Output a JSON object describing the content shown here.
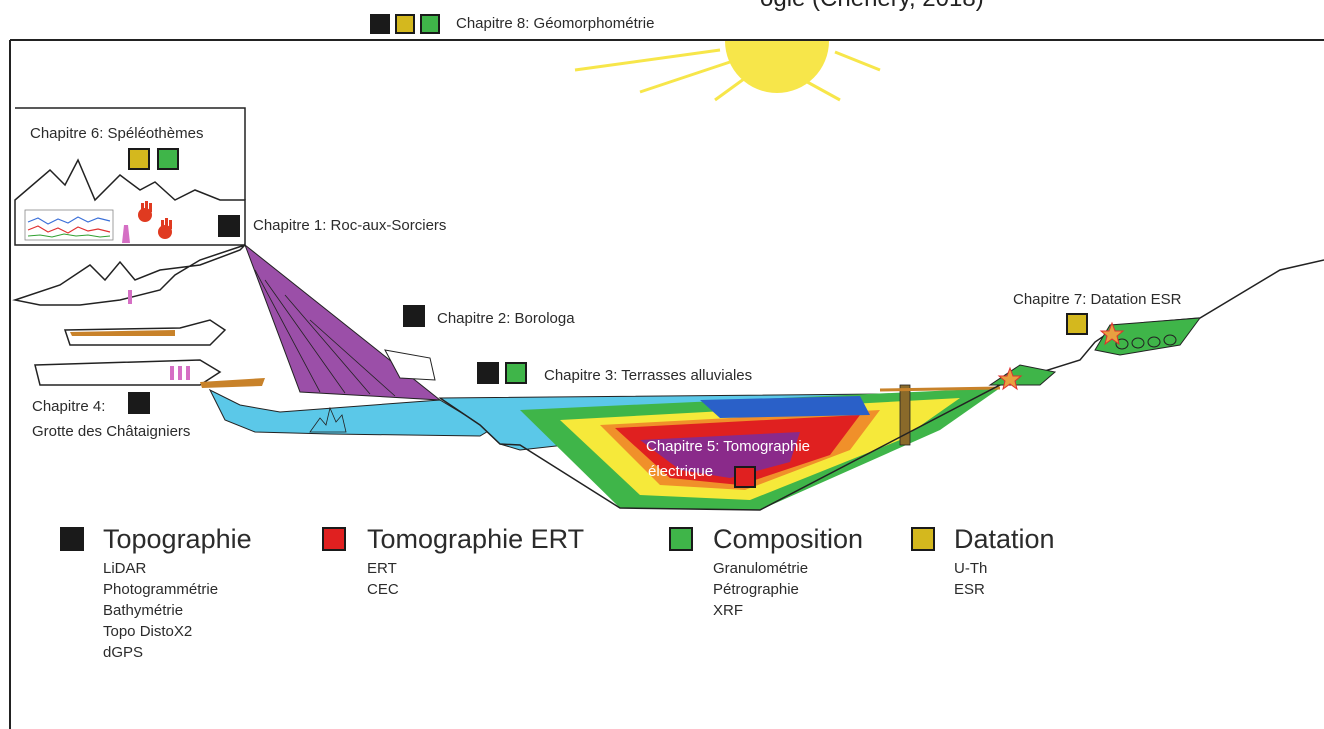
{
  "header": {
    "cropped_text": "ogie (Chenery, 2018)"
  },
  "chapters": {
    "ch1": "Chapitre 1: Roc-aux-Sorciers",
    "ch2": "Chapitre 2: Borologa",
    "ch3": "Chapitre 3: Terrasses alluviales",
    "ch4_line1": "Chapitre 4:",
    "ch4_line2": "Grotte des Châtaigniers",
    "ch5_line1": "Chapitre 5: Tomographie",
    "ch5_line2": "électrique",
    "ch6": "Chapitre 6: Spéléothèmes",
    "ch7": "Chapitre 7: Datation ESR",
    "ch8": "Chapitre 8: Géomorphométrie"
  },
  "legend": [
    {
      "title": "Topographie",
      "color": "#1a1a1a",
      "items": [
        "LiDAR",
        "Photogrammétrie",
        "Bathymétrie",
        "Topo DistoX2",
        "dGPS"
      ]
    },
    {
      "title": "Tomographie ERT",
      "color": "#e02020",
      "items": [
        "ERT",
        "CEC"
      ]
    },
    {
      "title": "Composition",
      "color": "#3fb549",
      "items": [
        "Granulométrie",
        "Pétrographie",
        "XRF"
      ]
    },
    {
      "title": "Datation",
      "color": "#d4b81e",
      "items": [
        "U-Th",
        "ESR"
      ]
    }
  ],
  "colors": {
    "topographie": "#1a1a1a",
    "tomographie": "#e02020",
    "composition": "#3fb549",
    "datation": "#d4b81e",
    "water": "#5bc8e8",
    "scree": "#9b4fa8",
    "sun": "#f7e64a"
  }
}
